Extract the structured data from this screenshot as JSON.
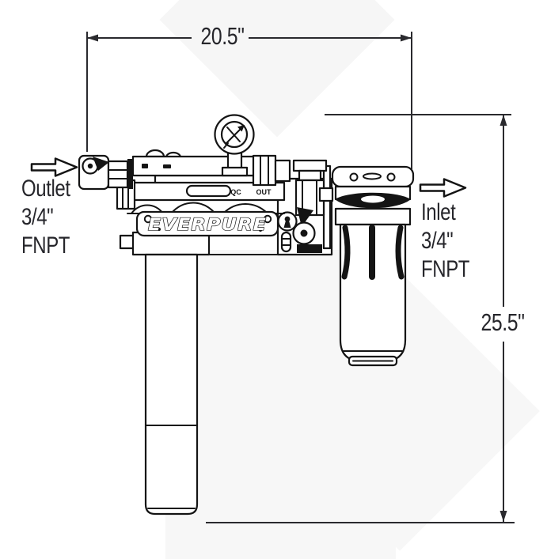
{
  "dimensions": {
    "width_label": "20.5\"",
    "height_label": "25.5\""
  },
  "ports": {
    "outlet": {
      "name": "Outlet",
      "size": "3/4\"",
      "thread": "FNPT"
    },
    "inlet": {
      "name": "Inlet",
      "size": "3/4\"",
      "thread": "FNPT"
    }
  },
  "drawing": {
    "brand_logo": "EVERPURE",
    "port_markings": {
      "qc": "QC",
      "out": "OUT"
    }
  },
  "colors": {
    "line": "#141414",
    "dimension": "#2a2a2e",
    "watermark": "#f7f7f7",
    "background": "#ffffff"
  }
}
